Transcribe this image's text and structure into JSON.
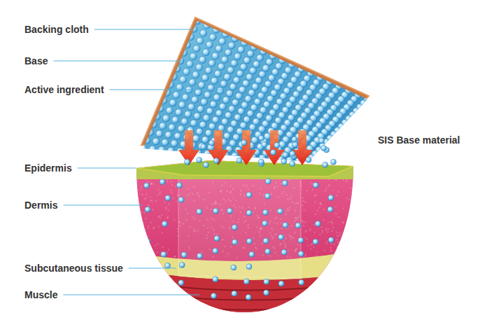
{
  "diagram": {
    "labels": [
      "Backing cloth",
      "Base",
      "Active ingredient",
      "SIS Base material",
      "Epidermis",
      "Dermis",
      "Subcutaneous tissue",
      "Muscle"
    ]
  }
}
